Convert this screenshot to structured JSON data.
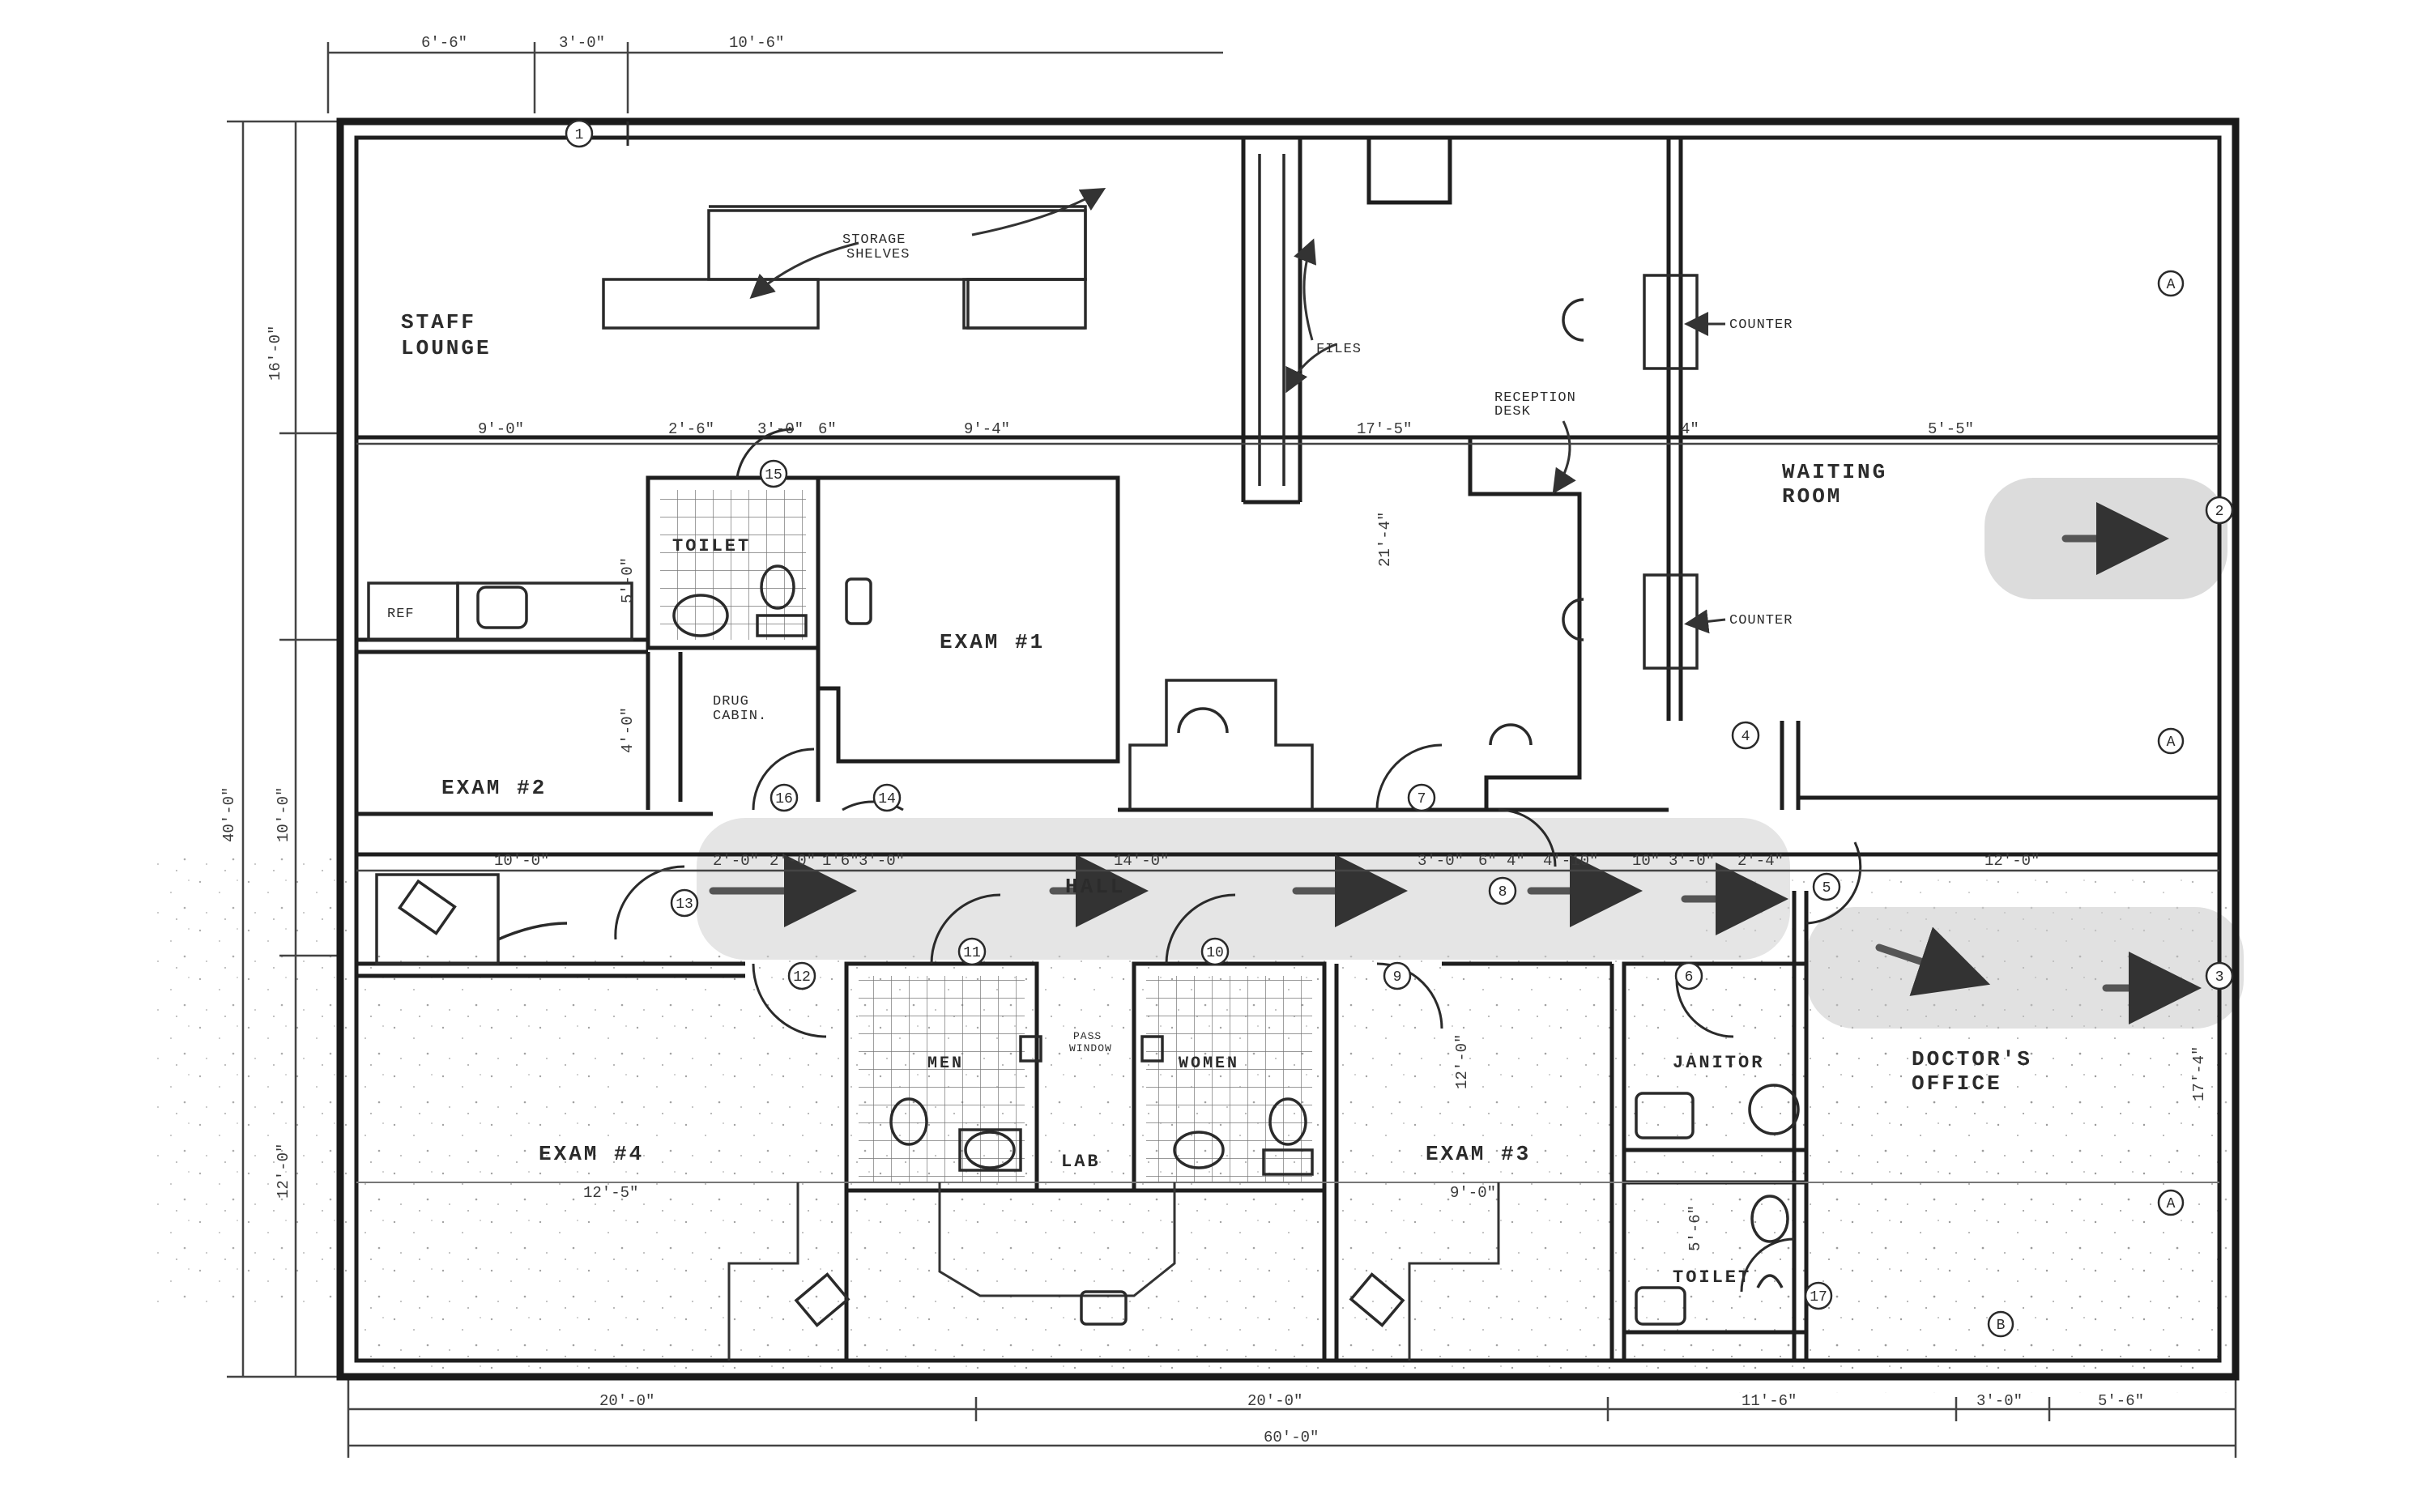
{
  "rooms": {
    "staff_lounge": [
      "STAFF",
      "LOUNGE"
    ],
    "waiting_room": [
      "WAITING",
      "ROOM"
    ],
    "doctors_office": [
      "DOCTOR'S",
      "OFFICE"
    ],
    "exam1": "EXAM #1",
    "exam2": "EXAM #2",
    "exam3": "EXAM #3",
    "exam4": "EXAM #4",
    "hall": "HALL",
    "toilet_upper": "TOILET",
    "toilet_lower": "TOILET",
    "men": "MEN",
    "women": "WOMEN",
    "lab": "LAB",
    "janitor": "JANITOR"
  },
  "notes": {
    "storage_shelves": [
      "STORAGE",
      "SHELVES"
    ],
    "files": "FILES",
    "reception_desk": [
      "RECEPTION",
      "DESK"
    ],
    "counter_top": "COUNTER",
    "counter_bottom": "COUNTER",
    "drug_cabinet": [
      "DRUG",
      "CABIN."
    ],
    "ref": "REF",
    "pass_window": [
      "PASS",
      "WINDOW"
    ]
  },
  "dimensions": {
    "top": [
      "6'-6\"",
      "3'-0\"",
      "10'-6\""
    ],
    "row1": [
      "9'-0\"",
      "2'-6\"",
      "3'-0\"",
      "6\"",
      "9'-4\"",
      "17'-5\"",
      "4\"",
      "5'-5\""
    ],
    "row2": [
      "10'-0\"",
      "2'-0\"",
      "2'-0\"",
      "1'6\"",
      "3'-0\"",
      "14'-0\"",
      "3'-0\"",
      "6\"",
      "4\"",
      "4'-10\"",
      "10\"",
      "3'-0\"",
      "2'-4\"",
      "12'-0\""
    ],
    "left": [
      "16'-0\"",
      "40'-0\"",
      "10'-0\"",
      "12'-0\""
    ],
    "bottom": [
      "20'-0\"",
      "20'-0\"",
      "11'-6\"",
      "3'-0\"",
      "5'-6\""
    ],
    "overall": "60'-0\"",
    "misc": [
      "21'-4\"",
      "12'-0\"",
      "5'-0\"",
      "4'-0\"",
      "17'-4\"",
      "9'-0\"",
      "12'-5\"",
      "5'-6\""
    ]
  },
  "tags": [
    "1",
    "2",
    "3",
    "4",
    "5",
    "6",
    "7",
    "8",
    "9",
    "10",
    "11",
    "12",
    "13",
    "14",
    "15",
    "16",
    "17"
  ],
  "wall_marks": [
    "A",
    "A",
    "A",
    "B"
  ]
}
